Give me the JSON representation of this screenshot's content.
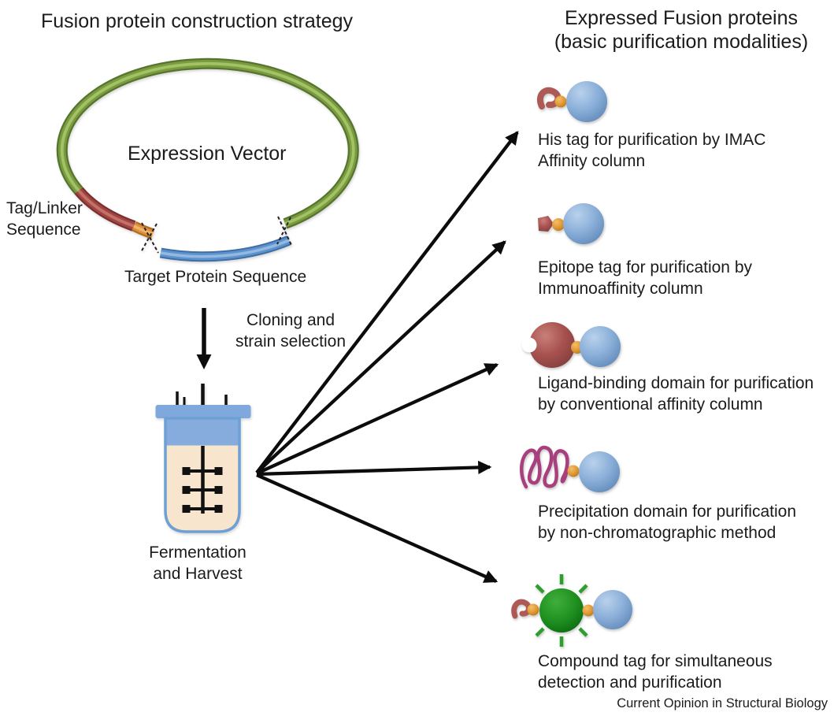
{
  "figure": {
    "title_left": "Fusion protein construction strategy",
    "title_right_line1": "Expressed Fusion proteins",
    "title_right_line2": "(basic purification modalities)",
    "caption": "Current Opinion in Structural Biology"
  },
  "plasmid": {
    "vector_label": "Expression Vector",
    "tag_linker_line1": "Tag/Linker",
    "tag_linker_line2": "Sequence",
    "target_label": "Target Protein Sequence",
    "colors": {
      "backbone_green": "#7b9b41",
      "tag_linker_red": "#a04642",
      "junction_orange": "#dd8f3c",
      "target_blue": "#5e92cc"
    }
  },
  "process": {
    "cloning_line1": "Cloning and",
    "cloning_line2": "strain selection",
    "fermenter_line1": "Fermentation",
    "fermenter_line2": "and Harvest"
  },
  "products": [
    {
      "icon": "his-tag-fusion-icon",
      "line1": "His tag for purification by IMAC",
      "line2": "Affinity column"
    },
    {
      "icon": "epitope-tag-fusion-icon",
      "line1": "Epitope tag for purification by",
      "line2": "Immunoaffinity column"
    },
    {
      "icon": "ligand-binding-fusion-icon",
      "line1": "Ligand-binding domain for purification",
      "line2": "by conventional affinity column"
    },
    {
      "icon": "precipitation-fusion-icon",
      "line1": "Precipitation domain for purification",
      "line2": "by non-chromatographic method"
    },
    {
      "icon": "compound-tag-fusion-icon",
      "line1": "Compound tag for simultaneous",
      "line2": "detection and purification"
    }
  ],
  "icon_colors": {
    "protein_blue": "#7da3d4",
    "linker_orange": "#e09a36",
    "tag_red": "#a85250",
    "precipitation_magenta": "#a8407e",
    "detection_green": "#1f9020",
    "fermenter_lid_blue": "#7fa9dc",
    "fermenter_broth_cream": "#f8e5cd",
    "arrow_black": "#0c0c0c"
  }
}
